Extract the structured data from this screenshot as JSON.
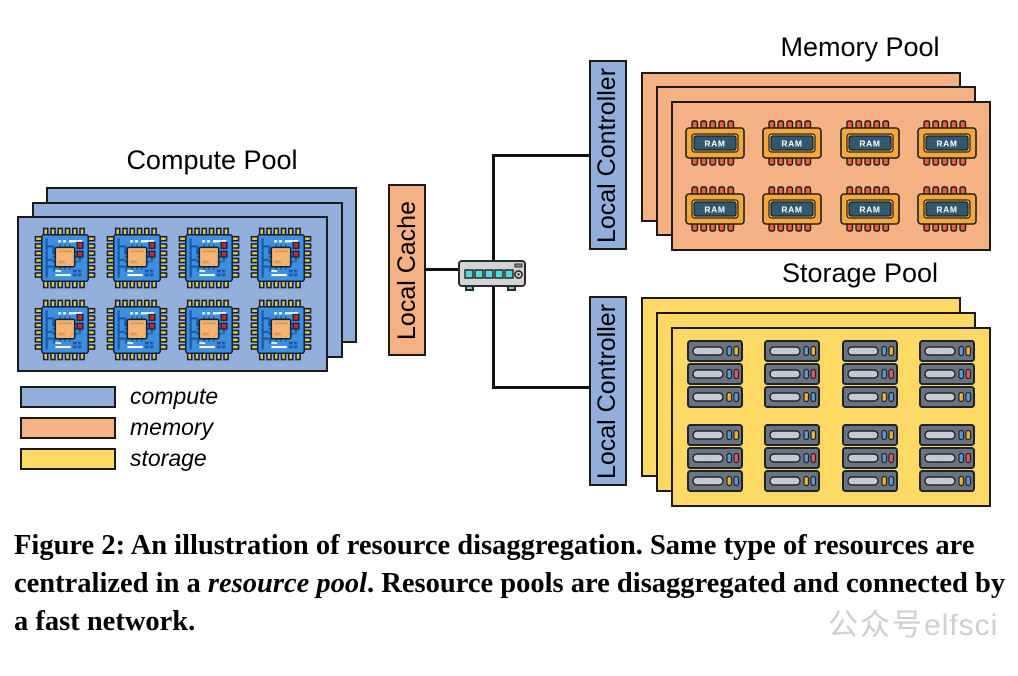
{
  "figure": {
    "caption_prefix": "Figure 2: An illustration of resource disaggregation. Same type of resources are centralized in a ",
    "caption_italic": "resource pool",
    "caption_suffix": ". Resource pools are disaggregated and connected by a fast network.",
    "watermark_cjk": "公众号",
    "watermark_latin": "elfsci"
  },
  "colors": {
    "compute": "#92aedb",
    "memory": "#f4b183",
    "storage": "#ffd966",
    "outline": "#1a1a1a",
    "wire": "#111111",
    "chip_board": "#3d8fe0",
    "chip_pin": "#e8c33c",
    "chip_die": "#f5b371",
    "chip_led": "#c0272d",
    "ram_body": "#f5a93c",
    "ram_label": "#2f5871",
    "ram_pin": "#e8603c",
    "server_body": "#6b7280",
    "server_bar": "#c4cad3",
    "switch_body": "#d4d4d4",
    "switch_port": "#4fd8e0"
  },
  "pools": [
    {
      "id": "compute-pool",
      "title": "Compute Pool",
      "color_key": "compute",
      "icon": "cpu-chip-icon",
      "icon_count": 8,
      "rows": 2,
      "cols": 4,
      "sheets": 3
    },
    {
      "id": "memory-pool",
      "title": "Memory Pool",
      "color_key": "memory",
      "icon": "ram-module-icon",
      "icon_count": 8,
      "rows": 2,
      "cols": 4,
      "sheets": 3,
      "icon_label": "RAM"
    },
    {
      "id": "storage-pool",
      "title": "Storage Pool",
      "color_key": "storage",
      "icon": "server-rack-icon",
      "icon_count": 8,
      "rows": 2,
      "cols": 4,
      "sheets": 3,
      "bays_per_icon": 3
    }
  ],
  "nodes": {
    "local_cache": "Local Cache",
    "local_controller_memory": "Local Controller",
    "local_controller_storage": "Local Controller",
    "switch": "network-switch",
    "switch_port_count": 5
  },
  "legend": {
    "items": [
      {
        "label": "compute",
        "color_key": "compute"
      },
      {
        "label": "memory",
        "color_key": "memory"
      },
      {
        "label": "storage",
        "color_key": "storage"
      }
    ]
  }
}
